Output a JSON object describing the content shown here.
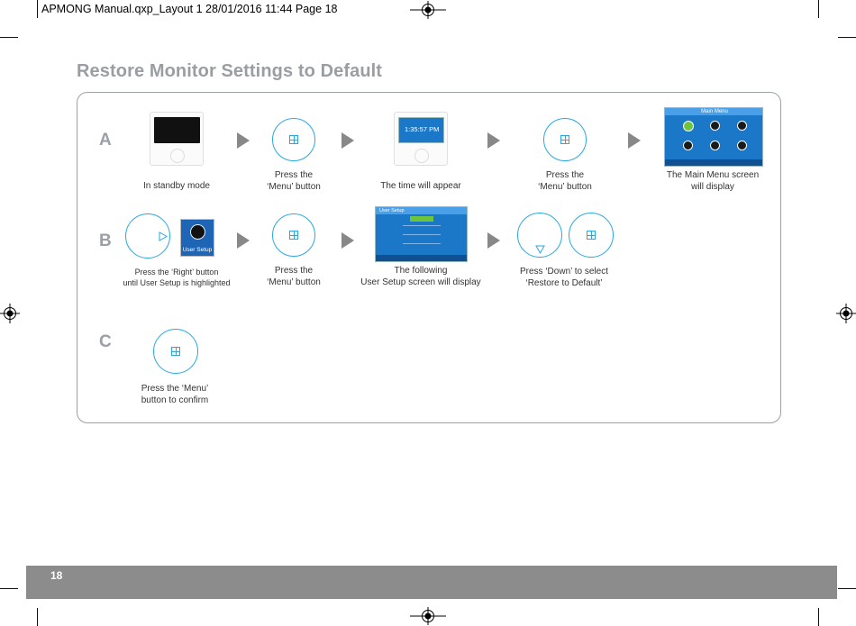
{
  "print_slug": "APMONG Manual.qxp_Layout 1  28/01/2016  11:44  Page 18",
  "page_title": "Restore Monitor Settings to Default",
  "rows": {
    "a": "A",
    "b": "B",
    "c": "C"
  },
  "steps": {
    "a1": [
      "In standby mode"
    ],
    "a2": [
      "Press the",
      "‘Menu’ button"
    ],
    "a3": [
      "The time will appear"
    ],
    "a4": [
      "Press the",
      "‘Menu’ button"
    ],
    "a5": [
      "The Main Menu screen",
      "will display"
    ],
    "b1": [
      "Press the ‘Right’ button",
      "until User Setup is highlighted"
    ],
    "b2": [
      "Press the",
      "‘Menu’ button"
    ],
    "b3": [
      "The following",
      "User Setup screen will display"
    ],
    "b4": [
      "Press ‘Down’  to select",
      "‘Restore to Default’"
    ],
    "c1": [
      "Press the ‘Menu’",
      "button to confirm"
    ]
  },
  "screens": {
    "time": {
      "time": "1:35:57 PM"
    },
    "main_menu": {
      "title": "Main Menu"
    },
    "user_setup_tile": {
      "label": "User Setup"
    },
    "user_setup": {
      "title": "User Setup"
    }
  },
  "icons": {
    "menu": "menu-grid-icon",
    "right": "right-triangle-icon",
    "down": "down-triangle-icon",
    "step": "step-arrow-icon"
  },
  "colors": {
    "accent": "#29a8e0",
    "title_gray": "#9a9ea3",
    "footer_gray": "#8c8c8c",
    "screen_blue": "#1b78c8"
  },
  "page_number": "18"
}
